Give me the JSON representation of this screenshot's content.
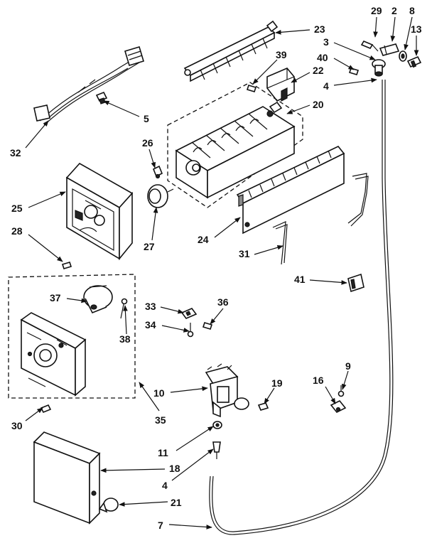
{
  "callouts": {
    "c29": "29",
    "c2": "2",
    "c8": "8",
    "c3": "3",
    "c13": "13",
    "c40": "40",
    "c4a": "4",
    "c23": "23",
    "c39": "39",
    "c22": "22",
    "c20": "20",
    "c5": "5",
    "c32": "32",
    "c26": "26",
    "c25": "25",
    "c27": "27",
    "c24": "24",
    "c28": "28",
    "c31": "31",
    "c41": "41",
    "c37": "37",
    "c33": "33",
    "c36": "36",
    "c34": "34",
    "c38": "38",
    "c9": "9",
    "c16": "16",
    "c10": "10",
    "c19": "19",
    "c30": "30",
    "c35": "35",
    "c11": "11",
    "c18": "18",
    "c4b": "4",
    "c21": "21",
    "c7": "7"
  }
}
